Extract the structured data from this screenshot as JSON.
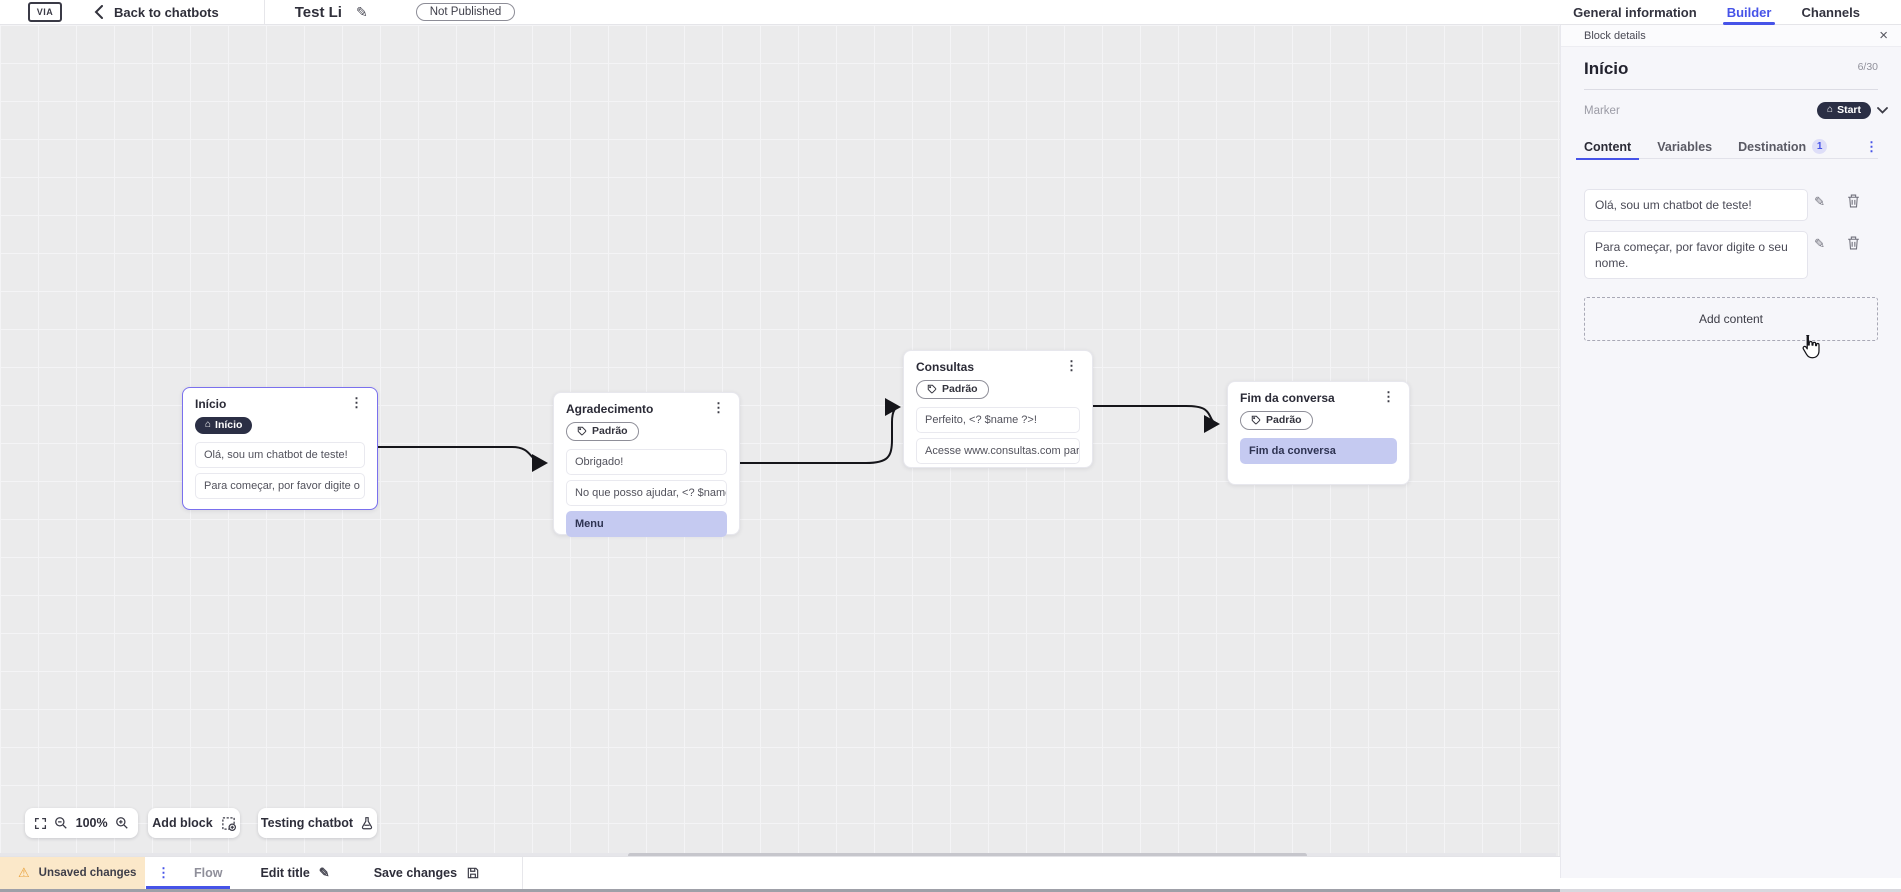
{
  "topbar": {
    "logo_text": "VIA",
    "back_label": "Back to chatbots",
    "title": "Test Li",
    "status_badge": "Not Published",
    "tab_general": "General information",
    "tab_builder": "Builder",
    "tab_channels": "Channels"
  },
  "panel": {
    "header": "Block details",
    "block_name": "Início",
    "char_counter": "6/30",
    "marker_label": "Marker",
    "marker_value": "Start",
    "tab_content": "Content",
    "tab_variables": "Variables",
    "tab_destination": "Destination",
    "destination_count": "1",
    "content_items": [
      "Olá, sou um chatbot de teste!",
      "Para começar, por favor digite o seu nome."
    ],
    "add_content_label": "Add content"
  },
  "canvas": {
    "zoom_level": "100%",
    "add_block_label": "Add block",
    "testing_label": "Testing chatbot",
    "nodes": [
      {
        "title": "Início",
        "badge_label": "Início",
        "items": [
          "Olá, sou um chatbot de teste!",
          "Para começar, por favor digite o ..."
        ]
      },
      {
        "title": "Agradecimento",
        "badge_label": "Padrão",
        "items": [
          "Obrigado!",
          "No que posso ajudar, <? $name ...",
          "Menu"
        ]
      },
      {
        "title": "Consultas",
        "badge_label": "Padrão",
        "items": [
          "Perfeito, <? $name ?>!",
          "Acesse www.consultas.com par..."
        ]
      },
      {
        "title": "Fim da conversa",
        "badge_label": "Padrão",
        "items": [
          "Fim da conversa"
        ]
      }
    ]
  },
  "bottombar": {
    "unsaved_label": "Unsaved changes",
    "flow_tab": "Flow",
    "edit_title_label": "Edit title",
    "save_label": "Save changes"
  },
  "colors": {
    "accent": "#4653e8",
    "dark_pill": "#2b2f45",
    "highlight_item": "#c5caf1",
    "selected_node_border": "#7a70ee",
    "warning_bg": "#fbe8c9",
    "warning_icon": "#e9a13b"
  }
}
